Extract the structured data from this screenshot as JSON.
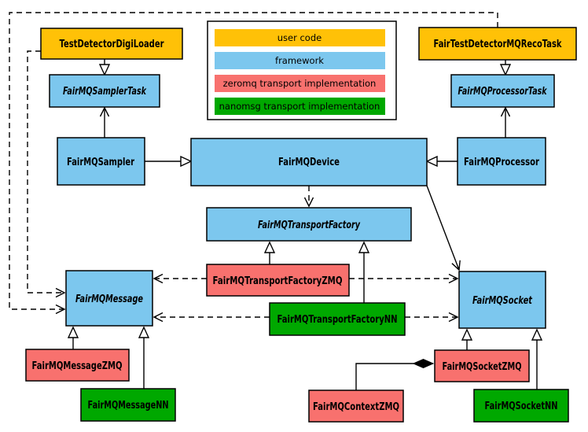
{
  "colors": {
    "user_code": "#FFC107",
    "framework": "#7CC7EE",
    "zeromq": "#F8716E",
    "nanomsg": "#00A800",
    "background": "#FFFFFF",
    "line": "#000000"
  },
  "legend": {
    "items": [
      {
        "label": "user code",
        "color": "#FFC107"
      },
      {
        "label": "framework",
        "color": "#7CC7EE"
      },
      {
        "label": "zeromq transport implementation",
        "color": "#F8716E"
      },
      {
        "label": "nanomsg transport implementation",
        "color": "#00A800"
      }
    ]
  },
  "nodes": {
    "digiLoader": {
      "label": "TestDetectorDigiLoader",
      "category": "user code",
      "abstract": false
    },
    "recoTask": {
      "label": "FairTestDetectorMQRecoTask",
      "category": "user code",
      "abstract": false
    },
    "samplerTask": {
      "label": "FairMQSamplerTask",
      "category": "framework",
      "abstract": true
    },
    "processorTask": {
      "label": "FairMQProcessorTask",
      "category": "framework",
      "abstract": true
    },
    "sampler": {
      "label": "FairMQSampler",
      "category": "framework",
      "abstract": false
    },
    "device": {
      "label": "FairMQDevice",
      "category": "framework",
      "abstract": false
    },
    "processor": {
      "label": "FairMQProcessor",
      "category": "framework",
      "abstract": false
    },
    "transportFactory": {
      "label": "FairMQTransportFactory",
      "category": "framework",
      "abstract": true
    },
    "transportFactoryZMQ": {
      "label": "FairMQTransportFactoryZMQ",
      "category": "zeromq transport implementation",
      "abstract": false
    },
    "transportFactoryNN": {
      "label": "FairMQTransportFactoryNN",
      "category": "nanomsg transport implementation",
      "abstract": false
    },
    "message": {
      "label": "FairMQMessage",
      "category": "framework",
      "abstract": true
    },
    "socket": {
      "label": "FairMQSocket",
      "category": "framework",
      "abstract": true
    },
    "messageZMQ": {
      "label": "FairMQMessageZMQ",
      "category": "zeromq transport implementation",
      "abstract": false
    },
    "messageNN": {
      "label": "FairMQMessageNN",
      "category": "nanomsg transport implementation",
      "abstract": false
    },
    "contextZMQ": {
      "label": "FairMQContextZMQ",
      "category": "zeromq transport implementation",
      "abstract": false
    },
    "socketZMQ": {
      "label": "FairMQSocketZMQ",
      "category": "zeromq transport implementation",
      "abstract": false
    },
    "socketNN": {
      "label": "FairMQSocketNN",
      "category": "nanomsg transport implementation",
      "abstract": false
    }
  },
  "edges": [
    {
      "from": "TestDetectorDigiLoader",
      "to": "FairMQSamplerTask",
      "type": "inheritance",
      "style": "solid"
    },
    {
      "from": "FairMQSampler",
      "to": "FairMQSamplerTask",
      "type": "association",
      "style": "solid"
    },
    {
      "from": "FairTestDetectorMQRecoTask",
      "to": "FairMQProcessorTask",
      "type": "inheritance",
      "style": "solid"
    },
    {
      "from": "FairMQProcessor",
      "to": "FairMQProcessorTask",
      "type": "association",
      "style": "solid"
    },
    {
      "from": "FairMQSampler",
      "to": "FairMQDevice",
      "type": "inheritance",
      "style": "solid"
    },
    {
      "from": "FairMQProcessor",
      "to": "FairMQDevice",
      "type": "inheritance",
      "style": "solid"
    },
    {
      "from": "FairMQDevice",
      "to": "FairMQTransportFactory",
      "type": "dependency",
      "style": "dashed"
    },
    {
      "from": "FairMQDevice",
      "to": "FairMQSocket",
      "type": "association",
      "style": "solid"
    },
    {
      "from": "FairMQTransportFactoryZMQ",
      "to": "FairMQTransportFactory",
      "type": "inheritance",
      "style": "solid"
    },
    {
      "from": "FairMQTransportFactoryNN",
      "to": "FairMQTransportFactory",
      "type": "inheritance",
      "style": "solid"
    },
    {
      "from": "FairMQTransportFactoryZMQ",
      "to": "FairMQMessage",
      "type": "dependency",
      "style": "dashed"
    },
    {
      "from": "FairMQTransportFactoryZMQ",
      "to": "FairMQSocket",
      "type": "dependency",
      "style": "dashed"
    },
    {
      "from": "FairMQTransportFactoryNN",
      "to": "FairMQMessage",
      "type": "dependency",
      "style": "dashed"
    },
    {
      "from": "FairMQTransportFactoryNN",
      "to": "FairMQSocket",
      "type": "dependency",
      "style": "dashed"
    },
    {
      "from": "TestDetectorDigiLoader",
      "to": "FairMQMessage",
      "type": "dependency",
      "style": "dashed"
    },
    {
      "from": "FairTestDetectorMQRecoTask",
      "to": "FairMQMessage",
      "type": "dependency",
      "style": "dashed"
    },
    {
      "from": "FairMQMessageZMQ",
      "to": "FairMQMessage",
      "type": "inheritance",
      "style": "solid"
    },
    {
      "from": "FairMQMessageNN",
      "to": "FairMQMessage",
      "type": "inheritance",
      "style": "solid"
    },
    {
      "from": "FairMQSocketZMQ",
      "to": "FairMQSocket",
      "type": "inheritance",
      "style": "solid"
    },
    {
      "from": "FairMQSocketNN",
      "to": "FairMQSocket",
      "type": "inheritance",
      "style": "solid"
    },
    {
      "from": "FairMQContextZMQ",
      "to": "FairMQSocketZMQ",
      "type": "composition",
      "style": "solid"
    }
  ]
}
